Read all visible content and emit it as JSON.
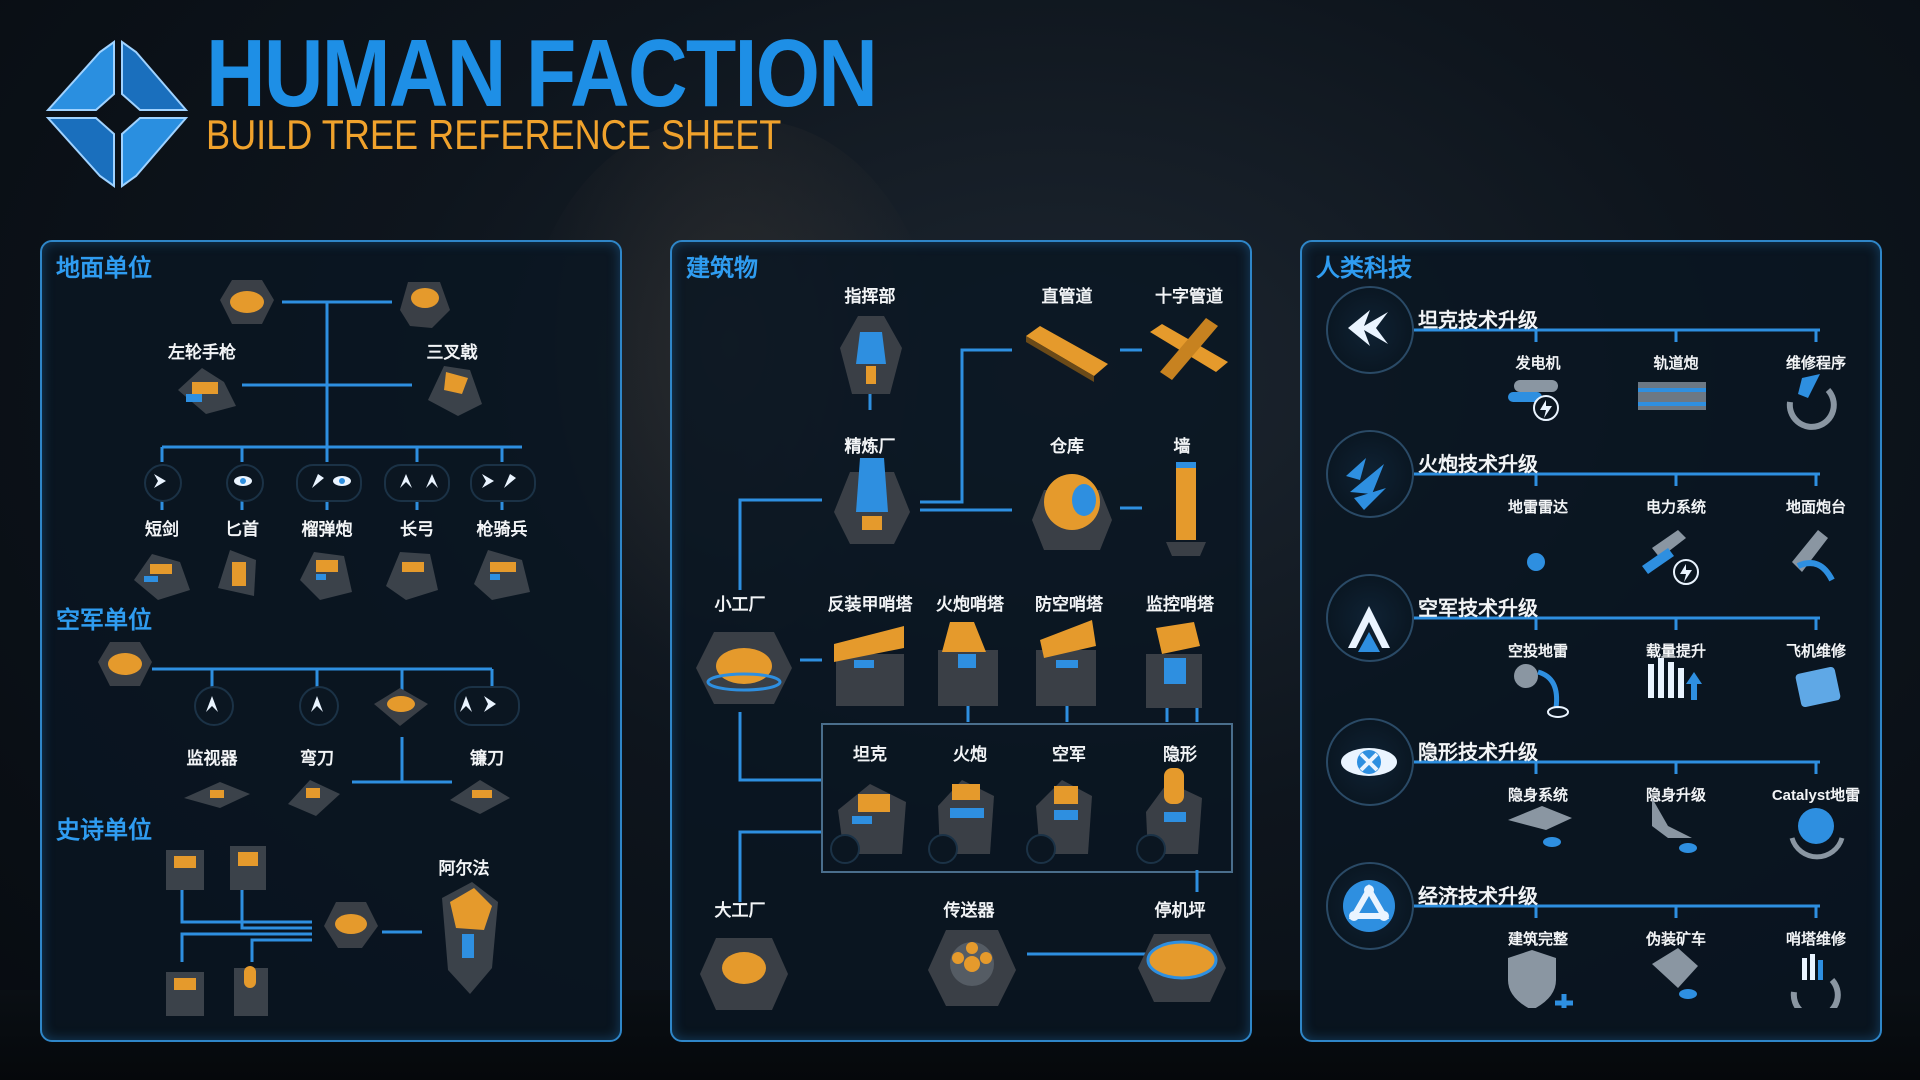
{
  "header": {
    "title": "HUMAN FACTION",
    "subtitle": "BUILD TREE REFERENCE SHEET"
  },
  "colors": {
    "blue": "#1e8fe6",
    "orange": "#f0a22c",
    "panel_border": "#2f86c8"
  },
  "ground": {
    "heading": "地面单位",
    "units": {
      "revolver": "左轮手枪",
      "trident": "三叉戟",
      "shortsword": "短剑",
      "dagger": "匕首",
      "grenade": "榴弹炮",
      "longbow": "长弓",
      "lancer": "枪骑兵"
    }
  },
  "air": {
    "heading": "空军单位",
    "units": {
      "monitor": "监视器",
      "scimitar": "弯刀",
      "sickle": "镰刀"
    }
  },
  "epic": {
    "heading": "史诗单位",
    "units": {
      "alpha": "阿尔法"
    }
  },
  "buildings": {
    "heading": "建筑物",
    "names": {
      "hq": "指挥部",
      "straight_pipe": "直管道",
      "cross_pipe": "十字管道",
      "refinery": "精炼厂",
      "warehouse": "仓库",
      "wall": "墙",
      "small_factory": "小工厂",
      "anti_armor": "反装甲哨塔",
      "artillery_tower": "火炮哨塔",
      "aa_tower": "防空哨塔",
      "monitor_tower": "监控哨塔",
      "tank": "坦克",
      "artillery": "火炮",
      "air_force": "空军",
      "stealth": "隐形",
      "large_factory": "大工厂",
      "teleporter": "传送器",
      "helipad": "停机坪"
    }
  },
  "tech": {
    "heading": "人类科技",
    "rows": [
      {
        "title": "坦克技术升级",
        "items": [
          "发电机",
          "轨道炮",
          "维修程序"
        ]
      },
      {
        "title": "火炮技术升级",
        "items": [
          "地雷雷达",
          "电力系统",
          "地面炮台"
        ]
      },
      {
        "title": "空军技术升级",
        "items": [
          "空投地雷",
          "载量提升",
          "飞机维修"
        ]
      },
      {
        "title": "隐形技术升级",
        "items": [
          "隐身系统",
          "隐身升级",
          "Catalyst地雷"
        ]
      },
      {
        "title": "经济技术升级",
        "items": [
          "建筑完整",
          "伪装矿车",
          "哨塔维修"
        ]
      }
    ]
  }
}
